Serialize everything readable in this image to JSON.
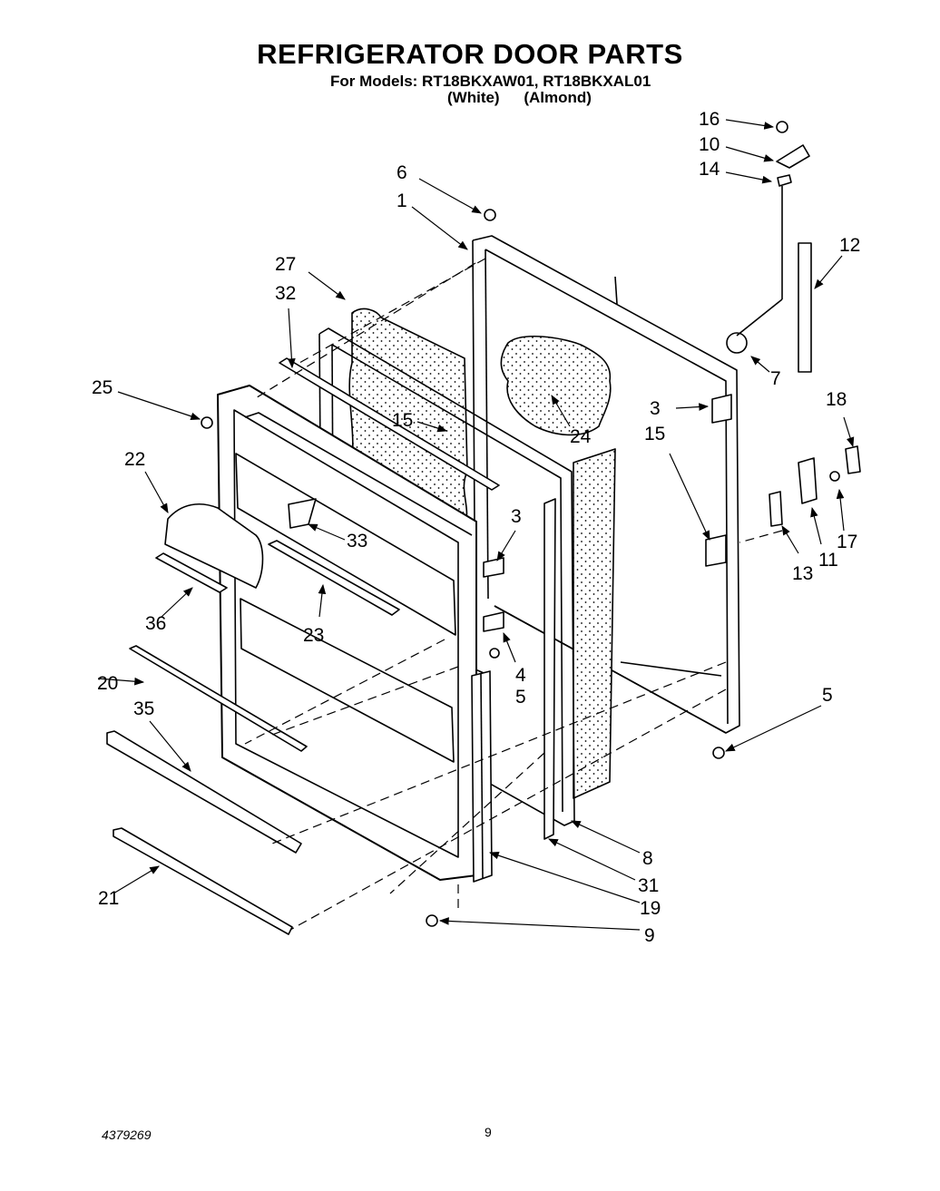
{
  "header": {
    "title": "REFRIGERATOR DOOR PARTS",
    "models_line": "For Models: RT18BKXAW01, RT18BKXAL01",
    "variants": [
      "(White)",
      "(Almond)"
    ]
  },
  "footer": {
    "document_number": "4379269",
    "page_number": "9"
  },
  "callouts": [
    "16",
    "10",
    "14",
    "6",
    "1",
    "12",
    "27",
    "32",
    "7",
    "25",
    "3",
    "18",
    "15",
    "24",
    "22",
    "15",
    "3",
    "33",
    "17",
    "11",
    "13",
    "36",
    "23",
    "4",
    "20",
    "5",
    "5",
    "35",
    "8",
    "31",
    "19",
    "21",
    "9"
  ]
}
